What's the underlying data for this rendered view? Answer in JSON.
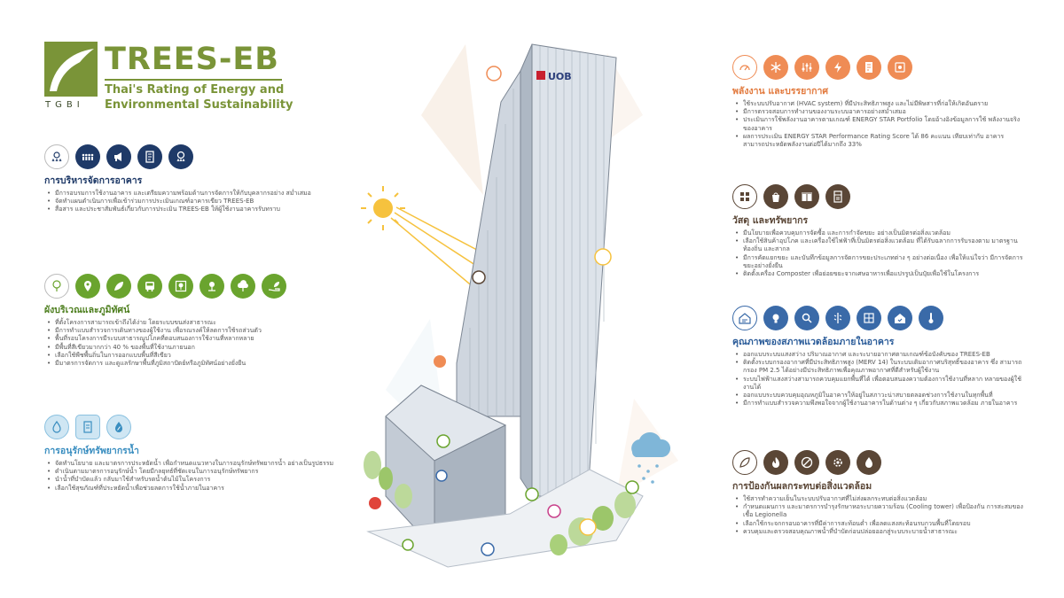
{
  "logo": {
    "title": "TREES-EB",
    "subtitle_line1": "Thai's Rating of Energy and",
    "subtitle_line2": "Environmental Sustainability",
    "org": "TGBI"
  },
  "building": {
    "sign": "UOB"
  },
  "colors": {
    "logo_green": "#7a9438",
    "navy": "#1f3a68",
    "green": "#6aa42e",
    "water": "#3a8ec0",
    "orange": "#ef8c55",
    "brown": "#5a4636",
    "blue": "#3a6aa8"
  },
  "sections": {
    "management": {
      "title": "การบริหารจัดการอาคาร",
      "icons": [
        "rating-stars-icon",
        "people-icon",
        "megaphone-icon",
        "document-icon",
        "award-stars-icon"
      ],
      "bullets": [
        "มีการอบรมการใช้งานอาคาร และเตรียมความพร้อมด้านการจัดการให้กับบุคลากรอย่าง สม่ำเสมอ",
        "จัดทำแผนดำเนินการเพื่อเข้าร่วมการประเมินเกณฑ์อาคารเขียว TREES-EB",
        "สื่อสาร และประชาสัมพันธ์เกี่ยวกับการประเมิน TREES-EB ให้ผู้ใช้งานอาคารรับทราบ"
      ]
    },
    "site": {
      "title": "ผังบริเวณและภูมิทัศน์",
      "icons": [
        "tree-icon",
        "location-pin-icon",
        "leaf-icon",
        "bus-icon",
        "tree-frame-icon",
        "roof-garden-icon",
        "cloud-tree-icon",
        "hand-leaf-icon"
      ],
      "bullets": [
        "ที่ตั้งโครงการสามารถเข้าถึงได้ง่าย โดยระบบขนส่งสาธารณะ",
        "มีการทำแบบสำรวจการเดินทางของผู้ใช้งาน เพื่อรณรงค์ให้ลดการใช้รถส่วนตัว",
        "พื้นที่รอบโครงการมีระบบสาธารณูปโภคที่ตอบสนองการใช้งานที่หลากหลาย",
        "มีพื้นที่สีเขียวมากกว่า 40 % ของพื้นที่ใช้งานภายนอก",
        "เลือกใช้พืชพื้นถิ่นในการออกแบบพื้นที่สีเขียว",
        "มีมาตรการจัดการ และดูแลรักษาพื้นที่ภูมิสถาปัตย์หรือภูมิทัศน์อย่างยั่งยืน"
      ]
    },
    "water": {
      "title": "การอนุรักษ์ทรัพยากรน้ำ",
      "icons": [
        "water-drop-icon",
        "water-document-icon",
        "water-percent-icon"
      ],
      "bullets": [
        "จัดทำนโยบาย และมาตรการประหยัดน้ำ เพื่อกำหนดแนวทางในการอนุรักษ์ทรัพยากรน้ำ อย่างเป็นรูปธรรม",
        "ดำเนินตามมาตรการอนุรักษ์น้ำ โดยมีกลยุทธ์ที่ชัดเจนในการอนุรักษ์ทรัพยากร",
        "นำน้ำที่บำบัดแล้ว กลับมาใช้สำหรับรดน้ำต้นไม้ในโครงการ",
        "เลือกใช้สุขภัณฑ์ที่ประหยัดน้ำเพื่อช่วยลดการใช้น้ำภายในอาคาร"
      ]
    },
    "energy": {
      "title": "พลังงาน และบรรยากาศ",
      "icons": [
        "energy-gauge-icon",
        "snowflake-icon",
        "sliders-icon",
        "lightning-icon",
        "energy-report-icon",
        "thermostat-icon"
      ],
      "bullets": [
        "ใช้ระบบปรับอากาศ (HVAC system) ที่มีประสิทธิภาพสูง และไม่มีพิษสารที่ก่อให้เกิดอันตราย",
        "มีการตรวจสอบการทำงานของงานระบบอาคารอย่างสม่ำเสมอ",
        "ประเมินการใช้พลังงานอาคารตามเกณฑ์ ENERGY STAR Portfolio โดยอ้างอิงข้อมูลการใช้ พลังงานจริงของอาคาร",
        "ผลการประเมิน ENERGY STAR Performance Rating Score ได้ 86 คะแนน เทียบเท่ากับ อาคารสามารถประหยัดพลังงานต่อปีได้มากถึง 33%"
      ]
    },
    "materials": {
      "title": "วัสดุ และทรัพยากร",
      "icons": [
        "materials-grid-icon",
        "recycle-bag-icon",
        "bins-icon",
        "compost-machine-icon"
      ],
      "bullets": [
        "มีนโยบายเพื่อควบคุมการจัดซื้อ และการกำจัดขยะ อย่างเป็นมิตรต่อสิ่งแวดล้อม",
        "เลือกใช้สินค้าอุปโภค และเครื่องใช้ไฟฟ้าที่เป็นมิตรต่อสิ่งแวดล้อม ที่ได้รับฉลากการรับรองตาม มาตรฐานท้องถิ่น และสากล",
        "มีการคัดแยกขยะ และบันทึกข้อมูลการจัดการขยะประเภทต่าง ๆ อย่างต่อเนื่อง เพื่อให้แน่ใจว่า มีการจัดการขยะอย่างยั่งยืน",
        "ติดตั้งเครื่อง Composter เพื่อย่อยขยะจากเศษอาหารเพื่อแปรรูปเป็นปุ๋ยเพื่อใช้ในโครงการ"
      ]
    },
    "ieq": {
      "title": "คุณภาพของสภาพแวดล้อมภายในอาคาร",
      "icons": [
        "house-air-icon",
        "lightbulb-icon",
        "magnifier-icon",
        "glass-panel-icon",
        "filter-unit-icon",
        "home-check-icon",
        "thermometer-icon"
      ],
      "bullets": [
        "ออกแบบระบบแสงสว่าง ปริมาณอากาศ และระบายอากาศตามเกณฑ์ข้อบังคับของ TREES-EB",
        "ติดตั้งระบบกรองอากาศที่มีประสิทธิภาพสูง (MERV 14) ในระบบเติมอากาศบริสุทธิ์ของอาคาร ซึ่ง สามารถกรอง PM 2.5 ได้อย่างมีประสิทธิภาพเพื่อคุณภาพอากาศที่ดีสำหรับผู้ใช้งาน",
        "ระบบไฟฟ้าแสงสว่างสามารถควบคุมแยกพื้นที่ได้ เพื่อตอบสนองความต้องการใช้งานที่หลาก หลายของผู้ใช้งานได้",
        "ออกแบบระบบควบคุมอุณหภูมิในอาคารให้อยู่ในสภาวะน่าสบายตลอดช่วงการใช้งานในทุกพื้นที่",
        "มีการทำแบบสำรวจความพึงพอใจจากผู้ใช้งานอาคารในด้านต่าง ๆ เกี่ยวกับสภาพแวดล้อม ภายในอาคาร"
      ]
    },
    "pollution": {
      "title": "การป้องกันผลกระทบต่อสิ่งแวดล้อม",
      "icons": [
        "leaf-shield-icon",
        "flame-icon",
        "no-smoke-icon",
        "gear-leaf-icon",
        "drop-flame-icon"
      ],
      "bullets": [
        "ใช้สารทำความเย็นในระบบปรับอากาศที่ไม่ส่งผลกระทบต่อสิ่งแวดล้อม",
        "กำหนดแผนการ และมาตรการบำรุงรักษาหอระบายความร้อน (Cooling tower) เพื่อป้องกัน การสะสมของเชื้อ Legionella",
        "เลือกใช้กระจกกรอบอาคารที่มีค่าการสะท้อนต่ำ เพื่อลดแสงสะท้อนรบกวนพื้นที่โดยรอบ",
        "ควบคุมและตรวจสอบคุณภาพน้ำที่บำบัดก่อนปล่อยออกสู่ระบบระบายน้ำสาธารณะ"
      ]
    }
  }
}
